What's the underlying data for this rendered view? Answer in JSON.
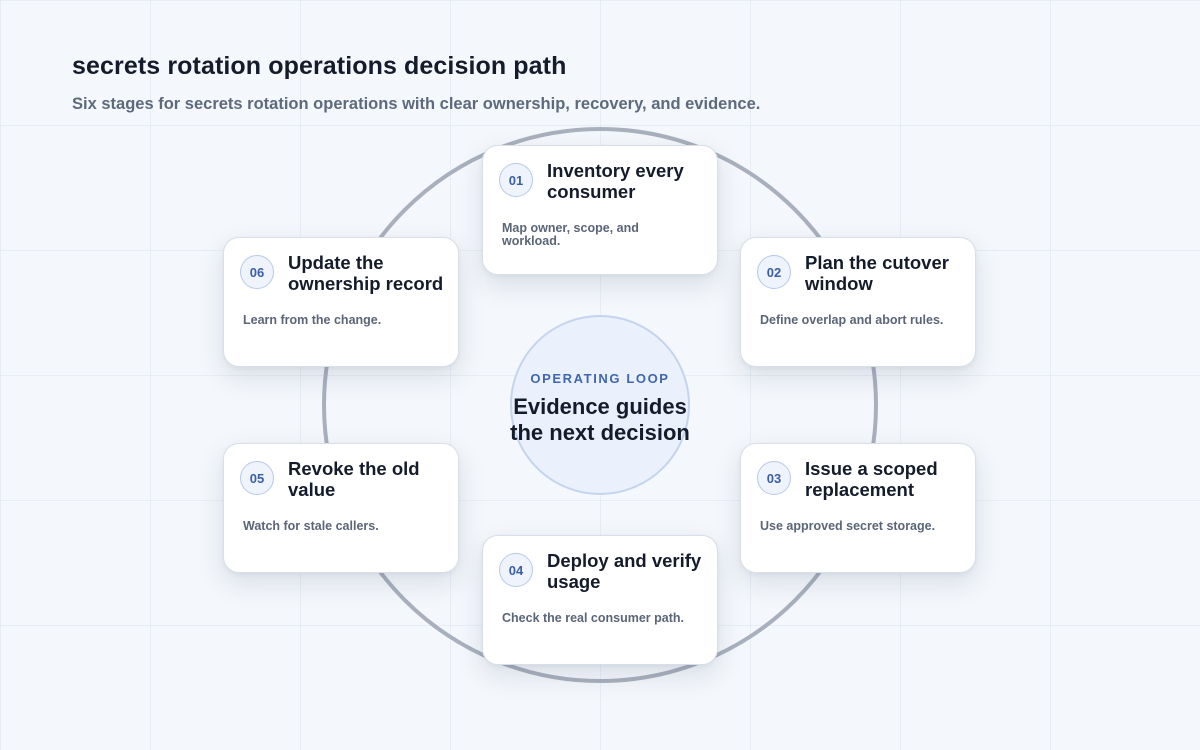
{
  "header": {
    "title": "secrets rotation operations decision path",
    "subtitle": "Six stages for secrets rotation operations with clear ownership, recovery, and evidence."
  },
  "hub": {
    "kicker": "OPERATING LOOP",
    "text_line1": "Evidence guides",
    "text_line2": "the next decision"
  },
  "stages": [
    {
      "number": "01",
      "title": "Inventory every consumer",
      "description": "Map owner, scope, and workload."
    },
    {
      "number": "02",
      "title": "Plan the cutover window",
      "description": "Define overlap and abort rules."
    },
    {
      "number": "03",
      "title": "Issue a scoped replacement",
      "description": "Use approved secret storage."
    },
    {
      "number": "04",
      "title": "Deploy and verify usage",
      "description": "Check the real consumer path."
    },
    {
      "number": "05",
      "title": "Revoke the old value",
      "description": "Watch for stale callers."
    },
    {
      "number": "06",
      "title": "Update the ownership record",
      "description": "Learn from the change."
    }
  ],
  "colors": {
    "ring": "#a9b0bd",
    "accent": "#3f66b0",
    "card_border": "#d8dfe9",
    "hub_fill": "#eaf1fc"
  }
}
